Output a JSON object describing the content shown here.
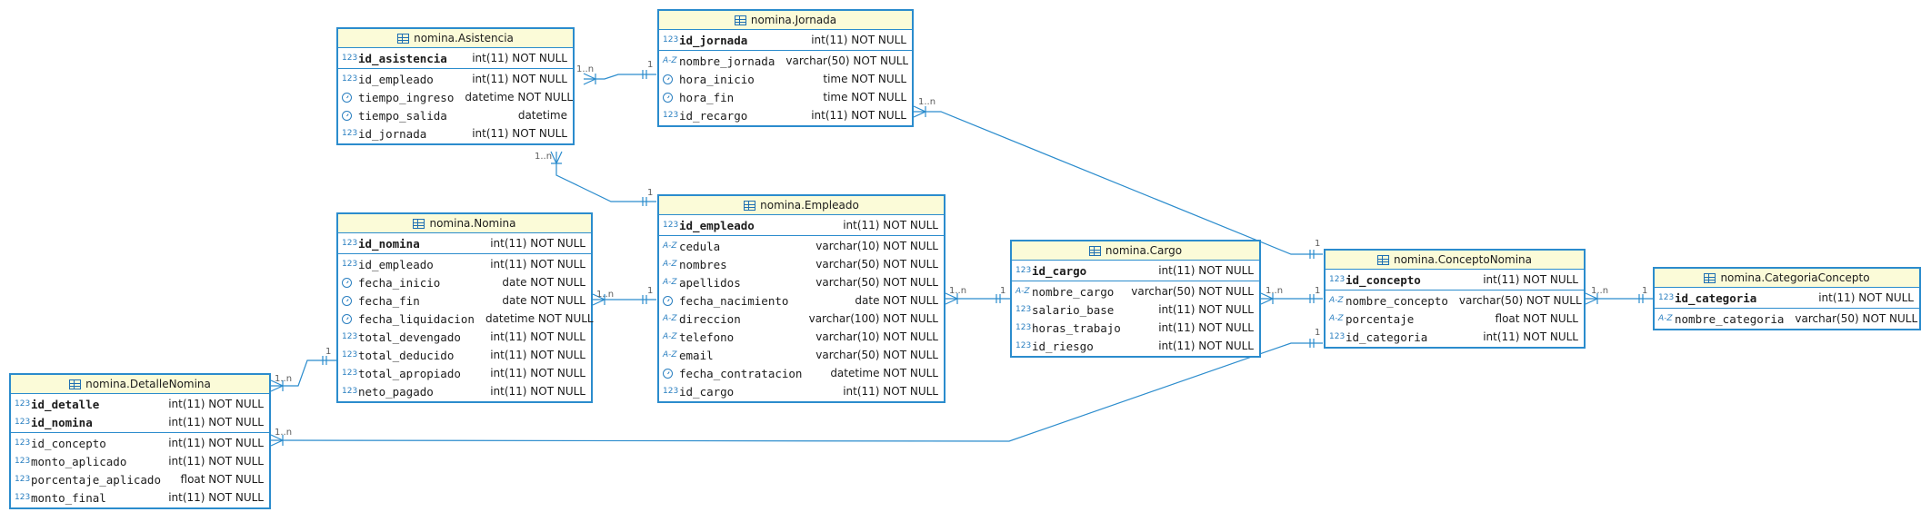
{
  "colors": {
    "border": "#2b8ccd",
    "header": "#fbfbd8",
    "line": "#2b8ccd",
    "icon": "#2a7fc0"
  },
  "tables": {
    "asistencia": {
      "title": "nomina.Asistencia",
      "pk": [
        {
          "icon": "123",
          "name": "id_asistencia",
          "type": "int(11) NOT NULL"
        }
      ],
      "cols": [
        {
          "icon": "123",
          "name": "id_empleado",
          "type": "int(11) NOT NULL"
        },
        {
          "icon": "clock",
          "name": "tiempo_ingreso",
          "type": "datetime NOT NULL"
        },
        {
          "icon": "clock",
          "name": "tiempo_salida",
          "type": "datetime"
        },
        {
          "icon": "123",
          "name": "id_jornada",
          "type": "int(11) NOT NULL"
        }
      ]
    },
    "jornada": {
      "title": "nomina.Jornada",
      "pk": [
        {
          "icon": "123",
          "name": "id_jornada",
          "type": "int(11) NOT NULL"
        }
      ],
      "cols": [
        {
          "icon": "A-Z",
          "name": "nombre_jornada",
          "type": "varchar(50) NOT NULL"
        },
        {
          "icon": "clock",
          "name": "hora_inicio",
          "type": "time NOT NULL"
        },
        {
          "icon": "clock",
          "name": "hora_fin",
          "type": "time NOT NULL"
        },
        {
          "icon": "123",
          "name": "id_recargo",
          "type": "int(11) NOT NULL"
        }
      ]
    },
    "nomina": {
      "title": "nomina.Nomina",
      "pk": [
        {
          "icon": "123",
          "name": "id_nomina",
          "type": "int(11) NOT NULL"
        }
      ],
      "cols": [
        {
          "icon": "123",
          "name": "id_empleado",
          "type": "int(11) NOT NULL"
        },
        {
          "icon": "clock",
          "name": "fecha_inicio",
          "type": "date NOT NULL"
        },
        {
          "icon": "clock",
          "name": "fecha_fin",
          "type": "date NOT NULL"
        },
        {
          "icon": "clock",
          "name": "fecha_liquidacion",
          "type": "datetime NOT NULL"
        },
        {
          "icon": "123",
          "name": "total_devengado",
          "type": "int(11) NOT NULL"
        },
        {
          "icon": "123",
          "name": "total_deducido",
          "type": "int(11) NOT NULL"
        },
        {
          "icon": "123",
          "name": "total_apropiado",
          "type": "int(11) NOT NULL"
        },
        {
          "icon": "123",
          "name": "neto_pagado",
          "type": "int(11) NOT NULL"
        }
      ]
    },
    "empleado": {
      "title": "nomina.Empleado",
      "pk": [
        {
          "icon": "123",
          "name": "id_empleado",
          "type": "int(11) NOT NULL"
        }
      ],
      "cols": [
        {
          "icon": "A-Z",
          "name": "cedula",
          "type": "varchar(10) NOT NULL"
        },
        {
          "icon": "A-Z",
          "name": "nombres",
          "type": "varchar(50) NOT NULL"
        },
        {
          "icon": "A-Z",
          "name": "apellidos",
          "type": "varchar(50) NOT NULL"
        },
        {
          "icon": "clock",
          "name": "fecha_nacimiento",
          "type": "date NOT NULL"
        },
        {
          "icon": "A-Z",
          "name": "direccion",
          "type": "varchar(100) NOT NULL"
        },
        {
          "icon": "A-Z",
          "name": "telefono",
          "type": "varchar(10) NOT NULL"
        },
        {
          "icon": "A-Z",
          "name": "email",
          "type": "varchar(50) NOT NULL"
        },
        {
          "icon": "clock",
          "name": "fecha_contratacion",
          "type": "datetime NOT NULL"
        },
        {
          "icon": "123",
          "name": "id_cargo",
          "type": "int(11) NOT NULL"
        }
      ]
    },
    "cargo": {
      "title": "nomina.Cargo",
      "pk": [
        {
          "icon": "123",
          "name": "id_cargo",
          "type": "int(11) NOT NULL"
        }
      ],
      "cols": [
        {
          "icon": "A-Z",
          "name": "nombre_cargo",
          "type": "varchar(50) NOT NULL"
        },
        {
          "icon": "123",
          "name": "salario_base",
          "type": "int(11) NOT NULL"
        },
        {
          "icon": "123",
          "name": "horas_trabajo",
          "type": "int(11) NOT NULL"
        },
        {
          "icon": "123",
          "name": "id_riesgo",
          "type": "int(11) NOT NULL"
        }
      ]
    },
    "concepto": {
      "title": "nomina.ConceptoNomina",
      "pk": [
        {
          "icon": "123",
          "name": "id_concepto",
          "type": "int(11) NOT NULL"
        }
      ],
      "cols": [
        {
          "icon": "A-Z",
          "name": "nombre_concepto",
          "type": "varchar(50) NOT NULL"
        },
        {
          "icon": "A-Z",
          "name": "porcentaje",
          "type": "float NOT NULL"
        },
        {
          "icon": "123",
          "name": "id_categoria",
          "type": "int(11) NOT NULL"
        }
      ]
    },
    "categoria": {
      "title": "nomina.CategoriaConcepto",
      "pk": [
        {
          "icon": "123",
          "name": "id_categoria",
          "type": "int(11) NOT NULL"
        }
      ],
      "cols": [
        {
          "icon": "A-Z",
          "name": "nombre_categoria",
          "type": "varchar(50) NOT NULL"
        }
      ]
    },
    "detalle": {
      "title": "nomina.DetalleNomina",
      "pk": [
        {
          "icon": "123",
          "name": "id_detalle",
          "type": "int(11) NOT NULL"
        },
        {
          "icon": "123",
          "name": "id_nomina",
          "type": "int(11) NOT NULL"
        }
      ],
      "cols": [
        {
          "icon": "123",
          "name": "id_concepto",
          "type": "int(11) NOT NULL"
        },
        {
          "icon": "123",
          "name": "monto_aplicado",
          "type": "int(11) NOT NULL"
        },
        {
          "icon": "123",
          "name": "porcentaje_aplicado",
          "type": "float NOT NULL"
        },
        {
          "icon": "123",
          "name": "monto_final",
          "type": "int(11) NOT NULL"
        }
      ]
    }
  },
  "cardinality": {
    "many": "1..n",
    "one": "1"
  }
}
